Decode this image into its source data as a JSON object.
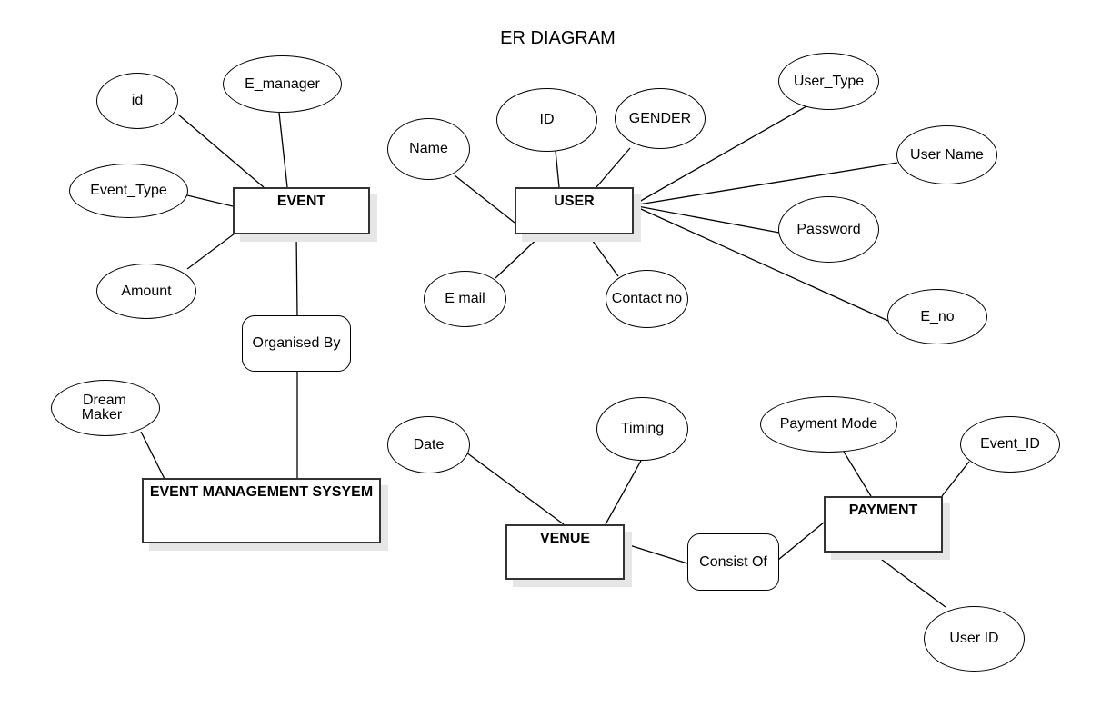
{
  "title": "ER DIAGRAM",
  "entities": {
    "event": "EVENT",
    "user": "USER",
    "ems": "EVENT MANAGEMENT SYSYEM",
    "venue": "VENUE",
    "payment": "PAYMENT"
  },
  "relationships": {
    "organised_by": "Organised By",
    "consist_of": "Consist Of"
  },
  "attributes": {
    "event_id": "id",
    "event_manager": "E_manager",
    "event_type": "Event_Type",
    "event_amount": "Amount",
    "user_name": "Name",
    "user_id": "ID",
    "user_gender": "GENDER",
    "user_type": "User_Type",
    "user_username": "User Name",
    "user_password": "Password",
    "user_eno": "E_no",
    "user_email": "E mail",
    "user_contact": "Contact no",
    "ems_dream": "Dream",
    "ems_maker": "Maker",
    "venue_date": "Date",
    "venue_timing": "Timing",
    "payment_mode": "Payment Mode",
    "payment_event_id": "Event_ID",
    "payment_user_id": "User ID"
  }
}
